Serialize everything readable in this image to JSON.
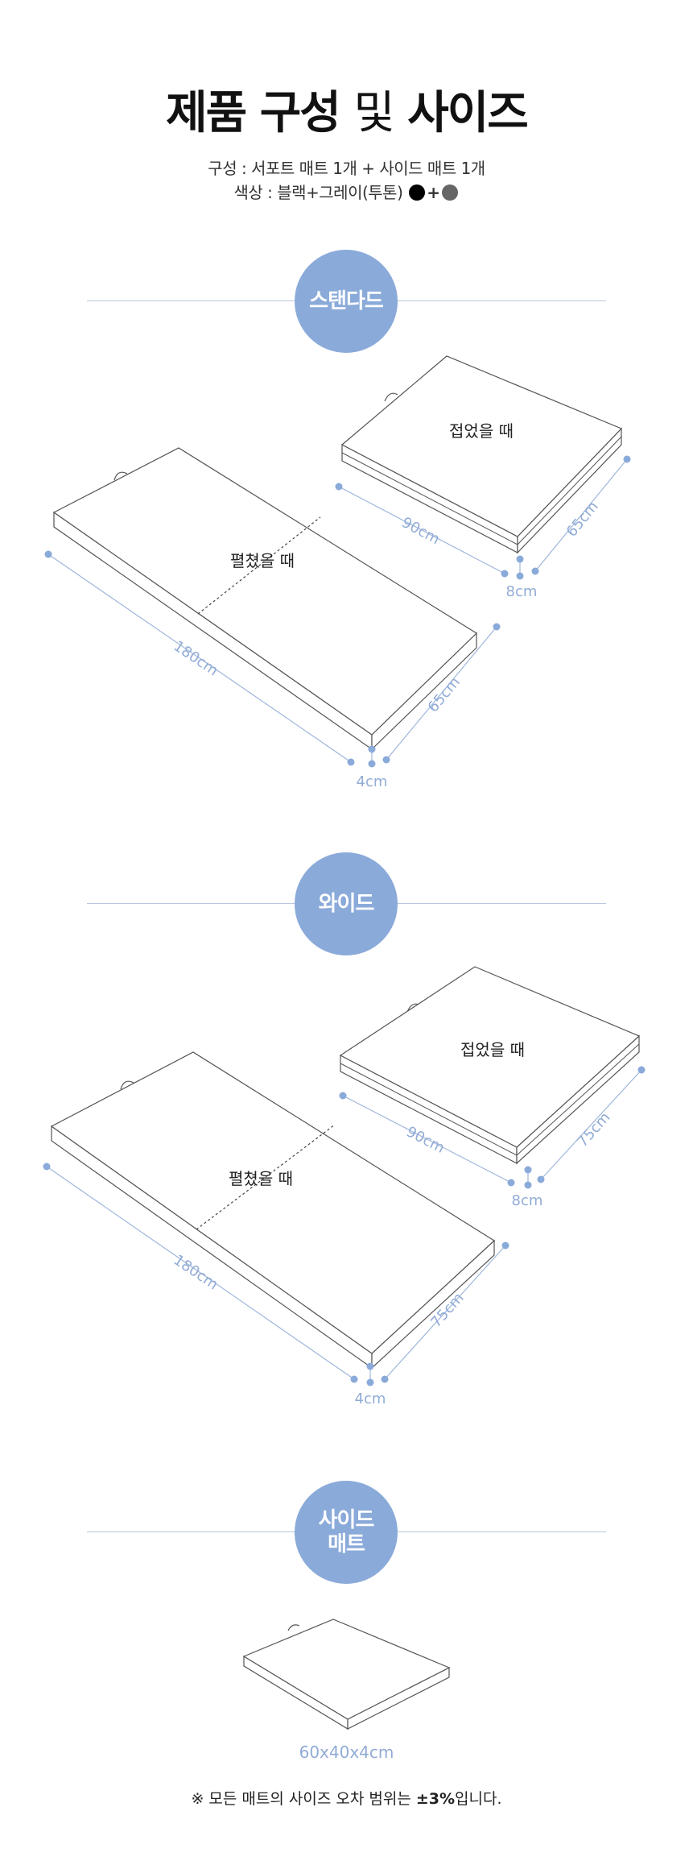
{
  "header": {
    "title_part1": "제품 구성",
    "title_part2": "및",
    "title_part3": "사이즈",
    "composition": "구성 : 서포트 매트 1개 + 사이드 매트 1개",
    "color_text": "색상 : 블랙+그레이(투톤)",
    "color_plus": "+",
    "swatches": [
      "#000000",
      "#666666"
    ]
  },
  "accent_color": "#8aaad9",
  "dimension_color": "#92acd6",
  "sections": {
    "standard": {
      "badge": "스탠다드",
      "folded_label": "접었을 때",
      "unfolded_label": "펼쳤을 때",
      "folded_length": "90cm",
      "folded_width": "65cm",
      "folded_height": "8cm",
      "unfolded_length": "180cm",
      "unfolded_width": "65cm",
      "unfolded_height": "4cm"
    },
    "wide": {
      "badge": "와이드",
      "folded_label": "접었을 때",
      "unfolded_label": "펼쳤을 때",
      "folded_length": "90cm",
      "folded_width": "75cm",
      "folded_height": "8cm",
      "unfolded_length": "180cm",
      "unfolded_width": "75cm",
      "unfolded_height": "4cm"
    },
    "side": {
      "badge_line1": "사이드",
      "badge_line2": "매트",
      "size": "60x40x4cm"
    }
  },
  "footnote": {
    "prefix": "※ 모든 매트의 사이즈 오차 범위는 ",
    "value": "±3%",
    "suffix": "입니다."
  }
}
